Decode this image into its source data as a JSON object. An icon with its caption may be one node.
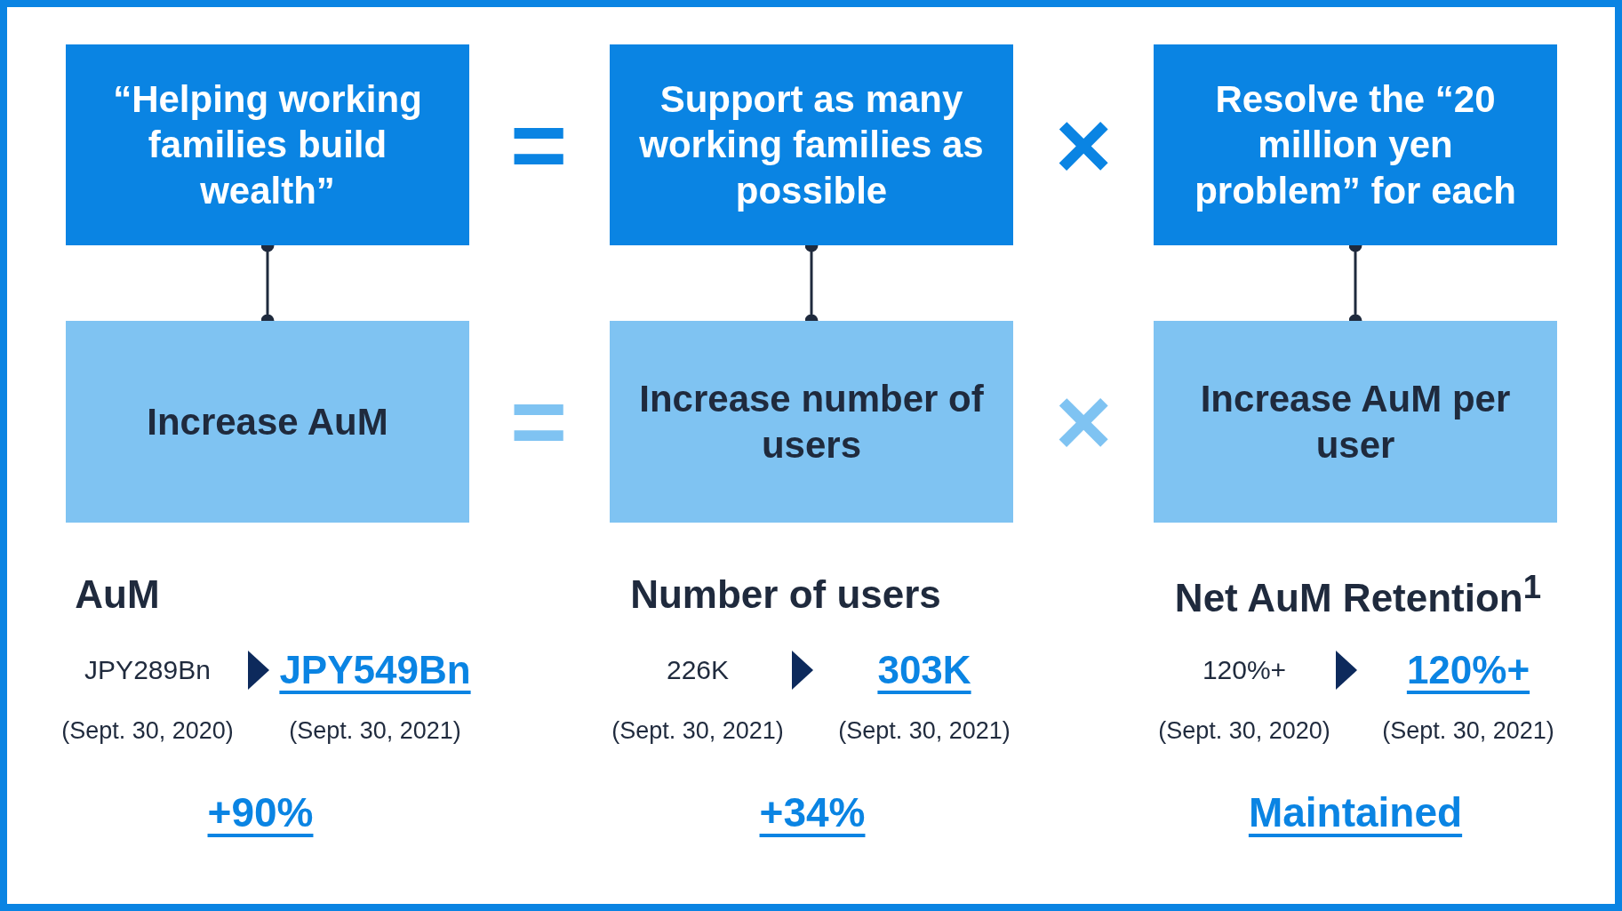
{
  "diagram": {
    "nodes": [
      {
        "text": [
          "“Helping working families build wealth”"
        ]
      },
      {
        "text": [
          "Support as many working families as possible"
        ]
      },
      {
        "text": [
          "Resolve the “20 million yen problem” for each"
        ]
      },
      {
        "text": [
          "Increase AuM"
        ]
      },
      {
        "text": [
          "Increase number of users"
        ]
      },
      {
        "text": [
          "Increase AuM per user"
        ]
      }
    ],
    "edges": [
      {
        "from": 0,
        "to": 3,
        "arrow": "other"
      },
      {
        "from": 1,
        "to": 4,
        "arrow": "other"
      },
      {
        "from": 2,
        "to": 5,
        "arrow": "other"
      }
    ],
    "labels": [
      "=",
      "×",
      "=",
      "×",
      "AuM",
      "Number of users",
      "Net AuM Retention$^{1}$",
      "JPY289Bn",
      "JPY549Bn",
      "226K",
      "303K",
      "120%+",
      "120%+",
      "(Sept. 30, 2020)",
      "(Sept. 30, 2021)",
      "(Sept. 30, 2021)",
      "(Sept. 30, 2021)",
      "(Sept. 30, 2020)",
      "(Sept. 30, 2021)",
      "+90%",
      "+34%",
      "Maintained"
    ]
  }
}
